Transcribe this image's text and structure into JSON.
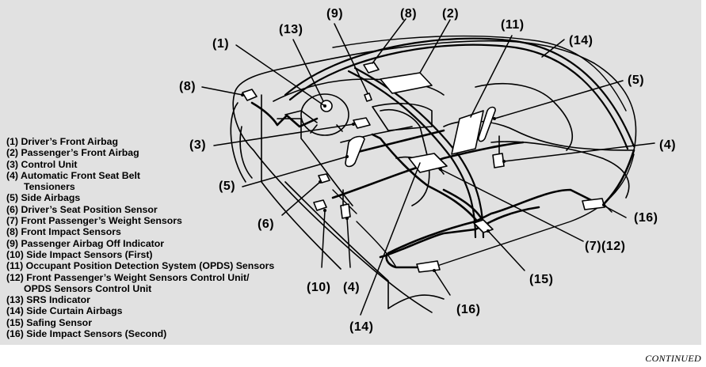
{
  "legend": {
    "items": [
      {
        "num": "(1)",
        "label": "Driver’s Front Airbag"
      },
      {
        "num": "(2)",
        "label": "Passenger’s Front Airbag"
      },
      {
        "num": "(3)",
        "label": "Control Unit"
      },
      {
        "num": "(4)",
        "label": "Automatic Front Seat Belt",
        "cont": "Tensioners"
      },
      {
        "num": "(5)",
        "label": "Side Airbags"
      },
      {
        "num": "(6)",
        "label": "Driver’s Seat Position Sensor"
      },
      {
        "num": "(7)",
        "label": "Front Passenger’s Weight Sensors"
      },
      {
        "num": "(8)",
        "label": "Front Impact Sensors"
      },
      {
        "num": "(9)",
        "label": "Passenger Airbag Off Indicator"
      },
      {
        "num": "(10)",
        "label": "Side Impact Sensors (First)"
      },
      {
        "num": "(11)",
        "label": "Occupant Position Detection System (OPDS) Sensors"
      },
      {
        "num": "(12)",
        "label": "Front Passenger’s Weight Sensors Control Unit/",
        "cont": "OPDS Sensors Control Unit"
      },
      {
        "num": "(13)",
        "label": "SRS Indicator"
      },
      {
        "num": "(14)",
        "label": "Side Curtain Airbags"
      },
      {
        "num": "(15)",
        "label": "Safing Sensor"
      },
      {
        "num": "(16)",
        "label": "Side Impact Sensors (Second)"
      }
    ]
  },
  "callouts": {
    "c1": "(1)",
    "c13": "(13)",
    "c9": "(9)",
    "c8_top": "(8)",
    "c2": "(2)",
    "c11": "(11)",
    "c14_top": "(14)",
    "c8_left": "(8)",
    "c5_right": "(5)",
    "c3": "(3)",
    "c4_right": "(4)",
    "c5_left": "(5)",
    "c16_right": "(16)",
    "c6": "(6)",
    "c7_12": "(7)(12)",
    "c10": "(10)",
    "c4_bottom": "(4)",
    "c15": "(15)",
    "c14_bottom": "(14)",
    "c16_bottom": "(16)"
  },
  "footer": {
    "continued": "CONTINUED"
  },
  "colors": {
    "panel_bg": "#e1e1e1",
    "page_bg": "#ffffff",
    "ink": "#000000"
  }
}
